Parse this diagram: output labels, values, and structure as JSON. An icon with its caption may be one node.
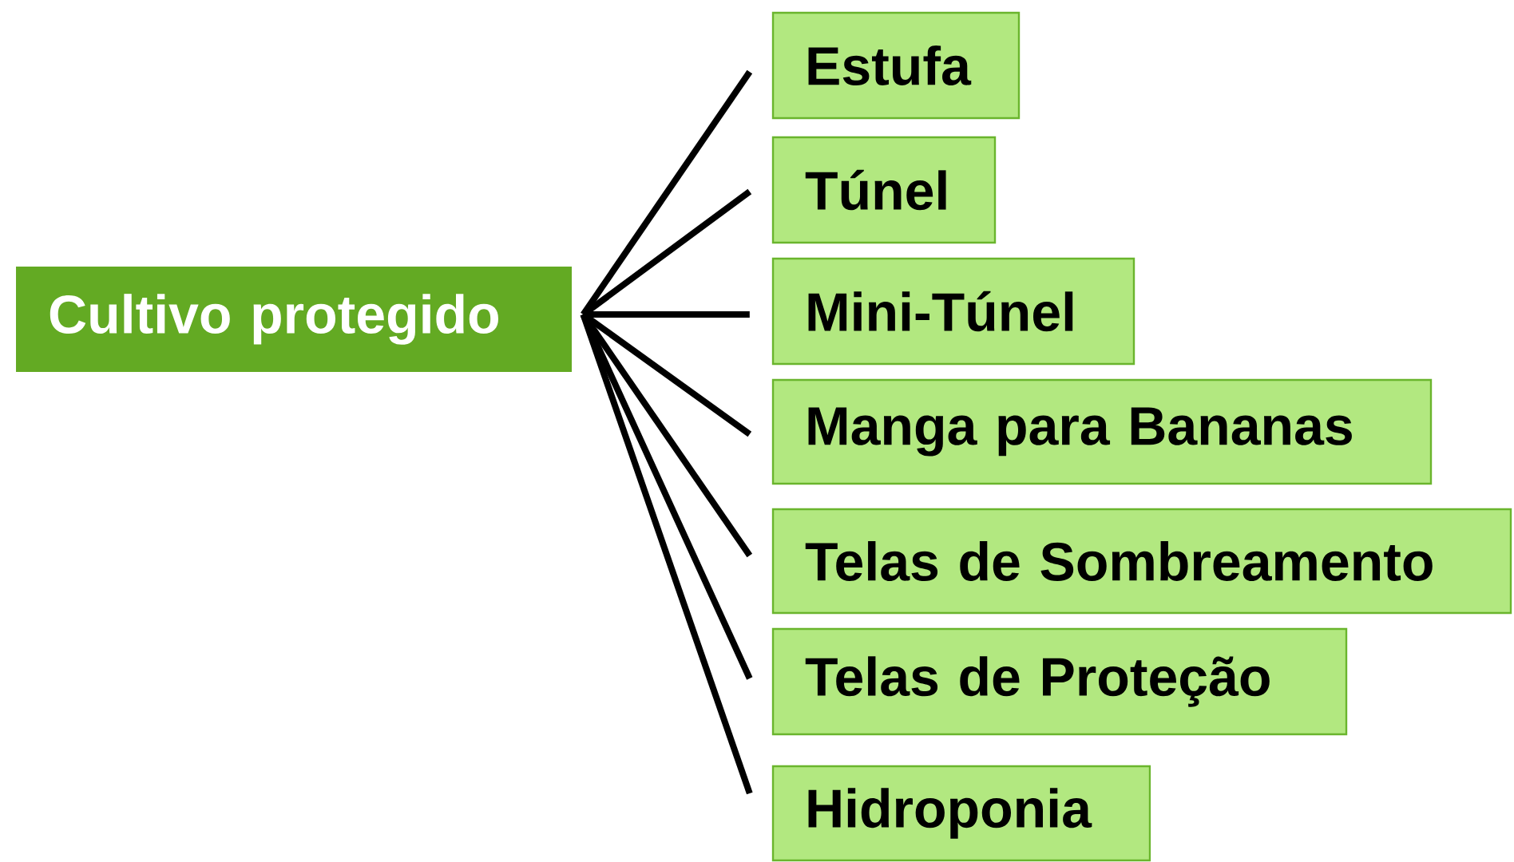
{
  "diagram": {
    "nodes": [
      {
        "text": [
          "Cultivo protegido"
        ]
      },
      {
        "text": [
          "Estufa"
        ]
      },
      {
        "text": [
          "Túnel"
        ]
      },
      {
        "text": [
          "Mini-Túnel"
        ]
      },
      {
        "text": [
          "Manga para Bananas"
        ]
      },
      {
        "text": [
          "Telas de Sombreamento"
        ]
      },
      {
        "text": [
          "Telas de Proteção"
        ]
      },
      {
        "text": [
          "Hidroponia"
        ]
      }
    ],
    "edges": [
      {
        "from": 0,
        "to": 1,
        "arrow": "none"
      },
      {
        "from": 0,
        "to": 2,
        "arrow": "none"
      },
      {
        "from": 0,
        "to": 3,
        "arrow": "none"
      },
      {
        "from": 0,
        "to": 4,
        "arrow": "none"
      },
      {
        "from": 0,
        "to": 5,
        "arrow": "none"
      },
      {
        "from": 0,
        "to": 6,
        "arrow": "none"
      },
      {
        "from": 0,
        "to": 7,
        "arrow": "none"
      }
    ]
  }
}
